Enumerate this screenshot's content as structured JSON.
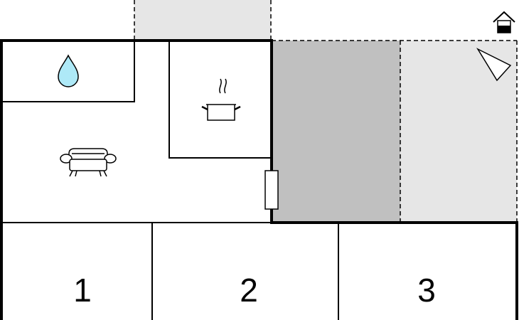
{
  "floorplan": {
    "rooms": [
      {
        "id": "bathroom",
        "icon": "water-drop-icon"
      },
      {
        "id": "kitchen",
        "icon": "cooking-pot-icon"
      },
      {
        "id": "living-room",
        "icon": "sofa-icon"
      },
      {
        "id": "bedroom-1",
        "number": "1"
      },
      {
        "id": "bedroom-2",
        "number": "2"
      },
      {
        "id": "bedroom-3",
        "number": "3"
      },
      {
        "id": "covered-terrace"
      },
      {
        "id": "open-terrace",
        "icon": "sun-lounger-icon"
      }
    ],
    "exterior_icon": "house-entrance-icon",
    "colors": {
      "wall": "#000000",
      "covered_area": "#c0c0c0",
      "open_area": "#e6e6e6",
      "water": "#aee9f7",
      "background": "#ffffff"
    }
  }
}
